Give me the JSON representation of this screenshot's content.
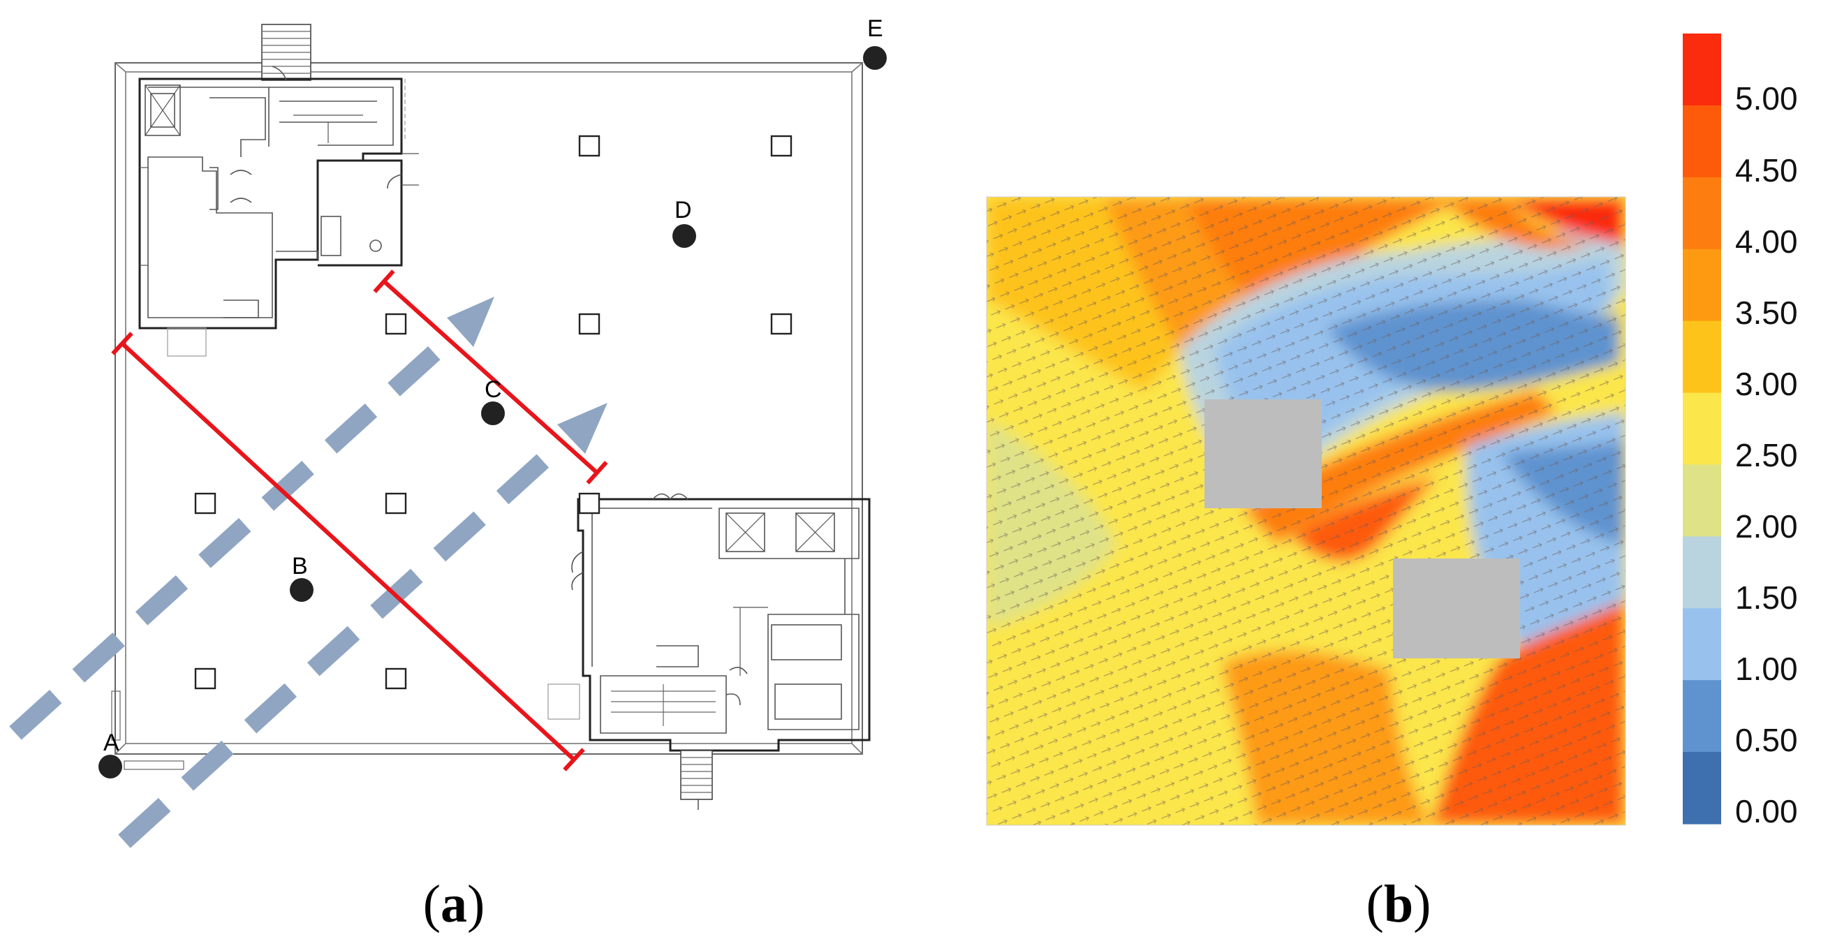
{
  "panel_a": {
    "caption_open": "(",
    "caption_letter": "a",
    "caption_close": ")",
    "points": [
      {
        "id": "A",
        "label": "A"
      },
      {
        "id": "B",
        "label": "B"
      },
      {
        "id": "C",
        "label": "C"
      },
      {
        "id": "D",
        "label": "D"
      },
      {
        "id": "E",
        "label": "E"
      }
    ],
    "colors": {
      "wind_arrow": "#8fa5c2",
      "section_line": "#e8151b",
      "point": "#222222",
      "wall": "#222222"
    }
  },
  "panel_b": {
    "caption_open": "(",
    "caption_letter": "b",
    "caption_close": ")",
    "colorbar": {
      "tick_labels": [
        "5.00",
        "4.50",
        "4.00",
        "3.50",
        "3.00",
        "2.50",
        "2.00",
        "1.50",
        "1.00",
        "0.50",
        "0.00"
      ],
      "colors_top_to_bottom": [
        "#fb2b0e",
        "#fd5a0a",
        "#fd7d10",
        "#fd9a12",
        "#fdc31a",
        "#fbe64b",
        "#dfe287",
        "#b9d4df",
        "#98c2ed",
        "#5f93cf",
        "#3e6fae"
      ]
    },
    "obstacle_color": "#bdbdbd"
  }
}
